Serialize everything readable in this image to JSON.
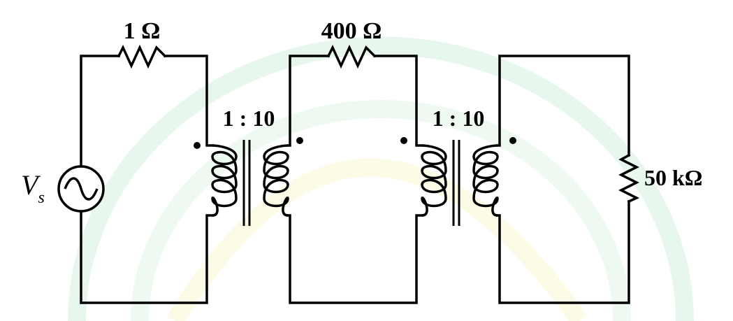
{
  "labels": {
    "r1": "1 Ω",
    "r2": "400 Ω",
    "r3": "50 kΩ",
    "t1_ratio": "1 : 10",
    "t2_ratio": "1 : 10",
    "source_main": "V",
    "source_sub": "s"
  },
  "colors": {
    "wire": "#000000",
    "watermark_ring": "#e6f7ec",
    "watermark_fill": "#fbfbe8",
    "background": "#ffffff"
  },
  "icons": {
    "source": "ac-voltage-source-icon",
    "resistor": "resistor-icon",
    "transformer": "transformer-icon",
    "dot": "polarity-dot-icon"
  }
}
